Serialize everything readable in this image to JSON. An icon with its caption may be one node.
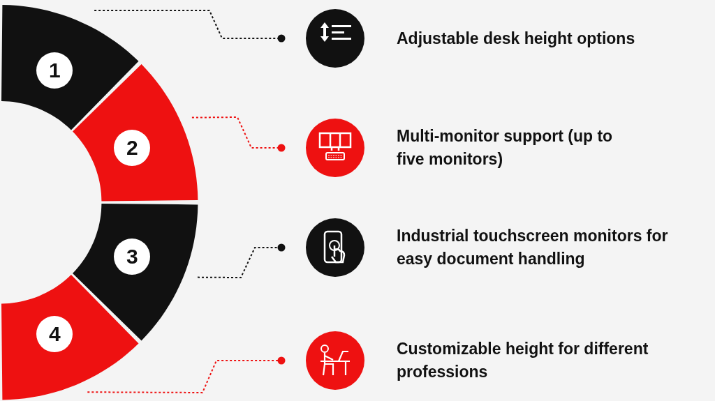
{
  "diagram": {
    "nodes": [
      {
        "text": [
          "1"
        ]
      },
      {
        "text": [
          "2"
        ]
      },
      {
        "text": [
          "3"
        ]
      },
      {
        "text": [
          "4"
        ]
      },
      {
        "text": [],
        "shape": "circle",
        "beside": [
          "Adjustable desk height options"
        ]
      },
      {
        "text": [],
        "shape": "circle",
        "beside": [
          "Multi-monitor support (up to five monitors)"
        ]
      },
      {
        "text": [],
        "shape": "circle",
        "beside": [
          "Industrial touchscreen monitors for easy document handling"
        ]
      },
      {
        "text": [],
        "shape": "circle",
        "beside": [
          "Customizable height for different professions"
        ]
      }
    ],
    "edges": [
      {
        "from": 0,
        "to": 4,
        "arrow": "other",
        "style": "dashed"
      },
      {
        "from": 1,
        "to": 5,
        "arrow": "other",
        "style": "dashed",
        "color": "#ee1111"
      },
      {
        "from": 2,
        "to": 6,
        "arrow": "other",
        "style": "dashed"
      },
      {
        "from": 3,
        "to": 7,
        "arrow": "other",
        "style": "dashed",
        "color": "#ee1111"
      }
    ]
  }
}
